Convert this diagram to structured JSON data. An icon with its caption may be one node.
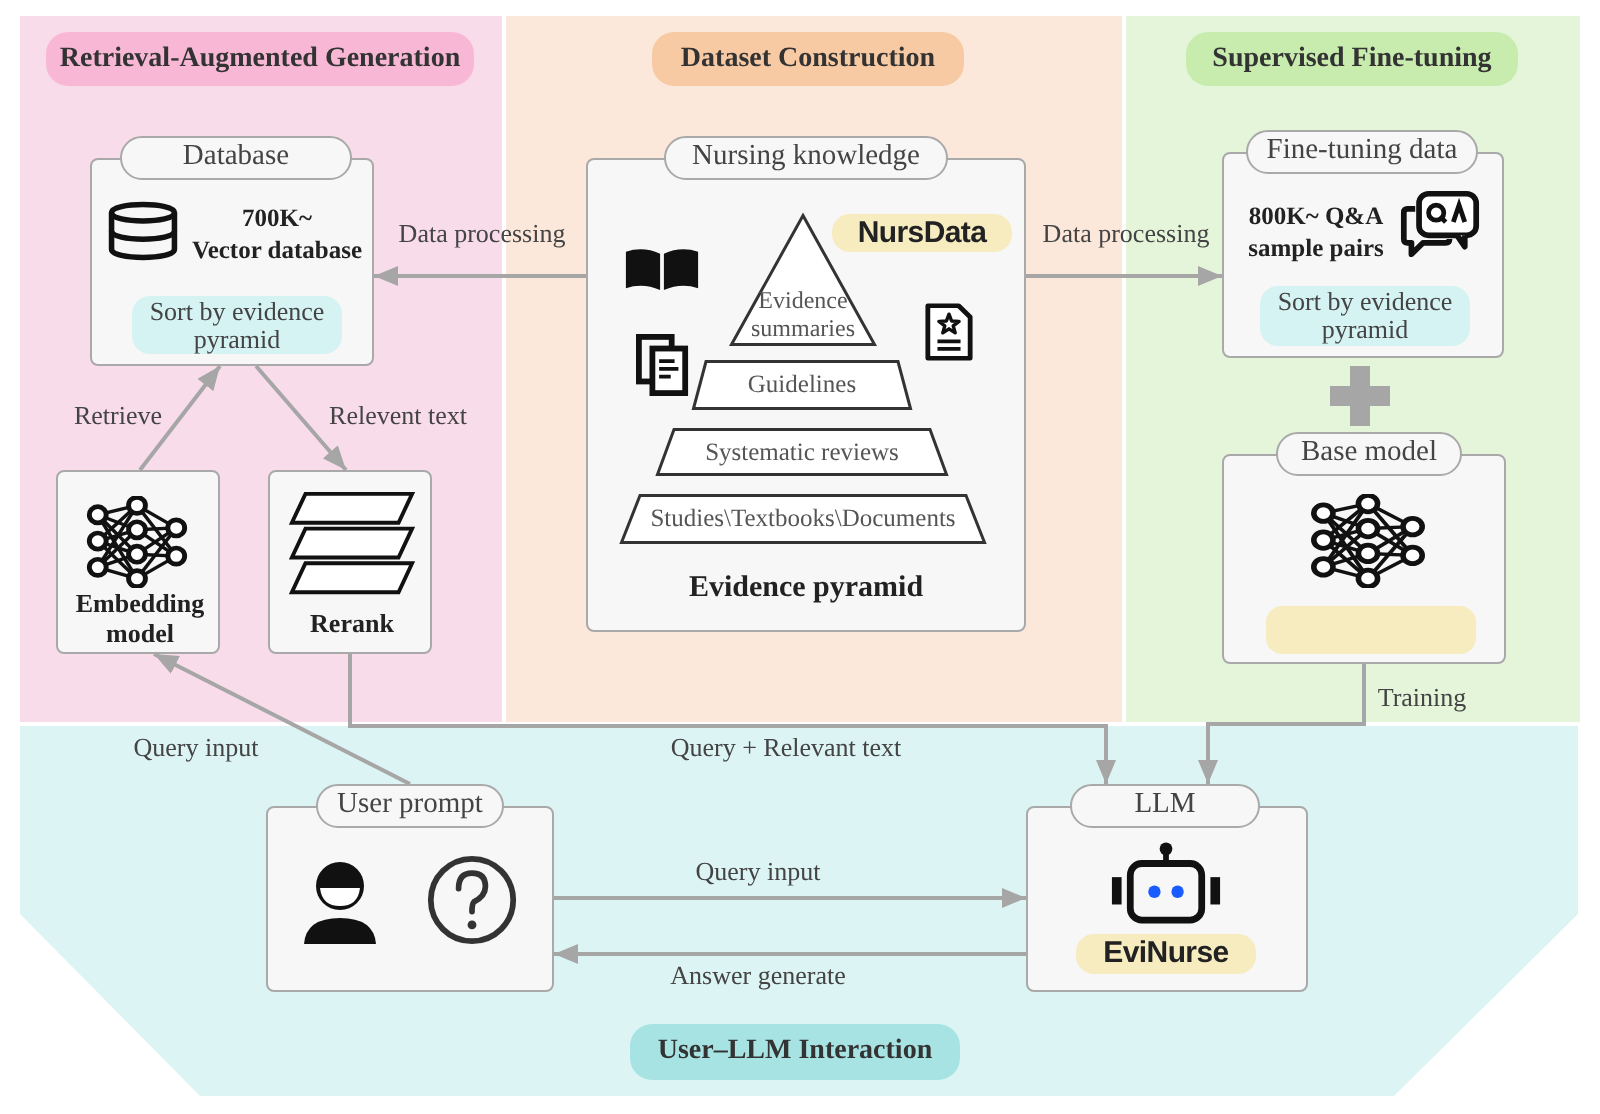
{
  "diagram": {
    "nodes": [
      {
        "text": [
          "Retrieval-Augmented Generation"
        ]
      },
      {
        "text": [
          "Database",
          "700K~ Vector database"
        ],
        "in": 0
      },
      {
        "text": [
          "Sort by evidence pyramid"
        ],
        "in": 1
      },
      {
        "text": [
          "Embedding model"
        ],
        "in": 0
      },
      {
        "text": [
          "Rerank"
        ],
        "in": 0
      },
      {
        "text": [
          "Dataset Construction"
        ]
      },
      {
        "text": [
          "Nursing knowledge",
          "Evidence pyramid"
        ],
        "in": 5
      },
      {
        "text": [
          "NursData"
        ],
        "in": 6
      },
      {
        "text": [
          "Evidence summaries"
        ],
        "in": 6
      },
      {
        "text": [
          "Guidelines"
        ],
        "in": 6
      },
      {
        "text": [
          "Systematic reviews"
        ],
        "in": 6
      },
      {
        "text": [
          "Studies\\Textbooks\\Documents"
        ],
        "in": 6
      },
      {
        "text": [
          "Supervised Fine-tuning"
        ]
      },
      {
        "text": [
          "Fine-tuning data",
          "800K~ Q&A sample pairs"
        ],
        "in": 12
      },
      {
        "text": [
          "Sort by evidence pyramid"
        ],
        "in": 13
      },
      {
        "text": [
          "Base model"
        ],
        "in": 12
      },
      {
        "text": [],
        "shape": "box",
        "in": 15
      },
      {
        "text": [
          "User–LLM Interaction"
        ]
      },
      {
        "text": [
          "User prompt"
        ],
        "in": 17
      },
      {
        "text": [
          "LLM"
        ],
        "in": 17
      },
      {
        "text": [
          "EviNurse"
        ],
        "in": 19
      }
    ],
    "edges": [
      {
        "from": 6,
        "to": 1,
        "arrow": "to",
        "label": "Data processing"
      },
      {
        "from": 6,
        "to": 13,
        "arrow": "to",
        "label": "Data processing"
      },
      {
        "from": 3,
        "to": 1,
        "arrow": "to",
        "label": "Retrieve"
      },
      {
        "from": 1,
        "to": 4,
        "arrow": "to",
        "label": "Relevent text"
      },
      {
        "from": 18,
        "to": 3,
        "arrow": "to",
        "label": "Query input"
      },
      {
        "from": 4,
        "to": 19,
        "arrow": "to",
        "label": "Query + Relevant text"
      },
      {
        "from": 15,
        "to": 19,
        "arrow": "to",
        "label": "Training"
      },
      {
        "from": 18,
        "to": 19,
        "arrow": "to",
        "label": "Query input"
      },
      {
        "from": 19,
        "to": 18,
        "arrow": "to",
        "label": "Answer generate"
      }
    ]
  }
}
